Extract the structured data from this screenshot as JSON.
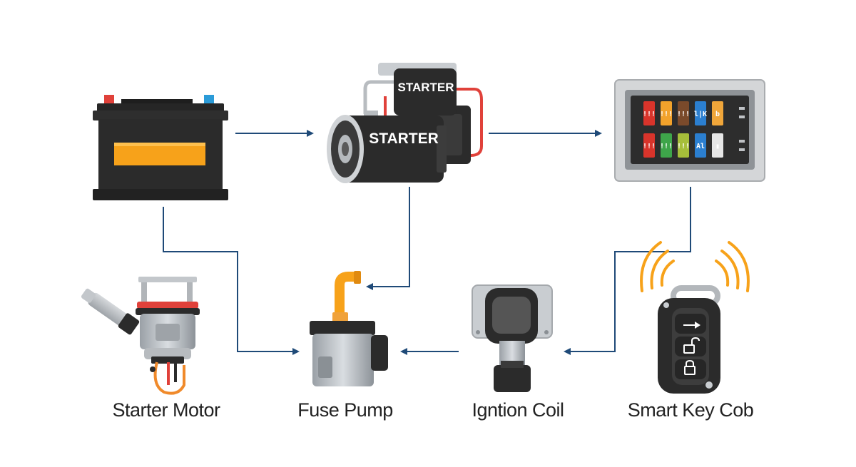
{
  "components": {
    "battery": {
      "name": "battery",
      "icon": "car-battery-icon"
    },
    "starter": {
      "name": "starter",
      "icon": "starter-motor-icon",
      "label_body": "STARTER",
      "label_solenoid": "STARTER"
    },
    "fusebox": {
      "name": "fuse box",
      "icon": "fuse-box-icon",
      "fuse_colors": [
        "#d9342b",
        "#f2a22b",
        "#7a4a2b",
        "#2b7fd0",
        "#f0a63a",
        "#d9342b",
        "#3ea54a",
        "#a6be3a",
        "#2b7fd0",
        "#e6e6e6"
      ],
      "fuse_glyphs": [
        "!!!",
        "!!!",
        "!!!",
        "l|K",
        "b",
        "!!!",
        "!!!",
        "!!!",
        "Al",
        "▮"
      ]
    },
    "fuel_pump": {
      "icon": "fuel-pump-icon"
    },
    "fuse_pump": {
      "icon": "pump-icon"
    },
    "ignition_coil": {
      "icon": "ignition-coil-icon"
    },
    "smart_key": {
      "icon": "key-fob-icon"
    }
  },
  "captions": {
    "starter_motor": "Starter Motor",
    "fuse_pump": "Fuse Pump",
    "ignition_coil": "Igntion Coil",
    "smart_key": "Smart Key Cob"
  },
  "edges": [
    {
      "from": "battery",
      "to": "starter"
    },
    {
      "from": "starter",
      "to": "fuse box"
    },
    {
      "from": "battery",
      "to": "Fuse Pump"
    },
    {
      "from": "starter",
      "to": "Fuse Pump"
    },
    {
      "from": "fuse box",
      "to": "Igntion Coil"
    },
    {
      "from": "Igntion Coil",
      "to": "Fuse Pump"
    }
  ],
  "colors": {
    "arrow": "#1f4a78",
    "body_dark": "#2b2b2b",
    "accent_orange": "#f7a21a",
    "red_wire": "#e0413a"
  }
}
